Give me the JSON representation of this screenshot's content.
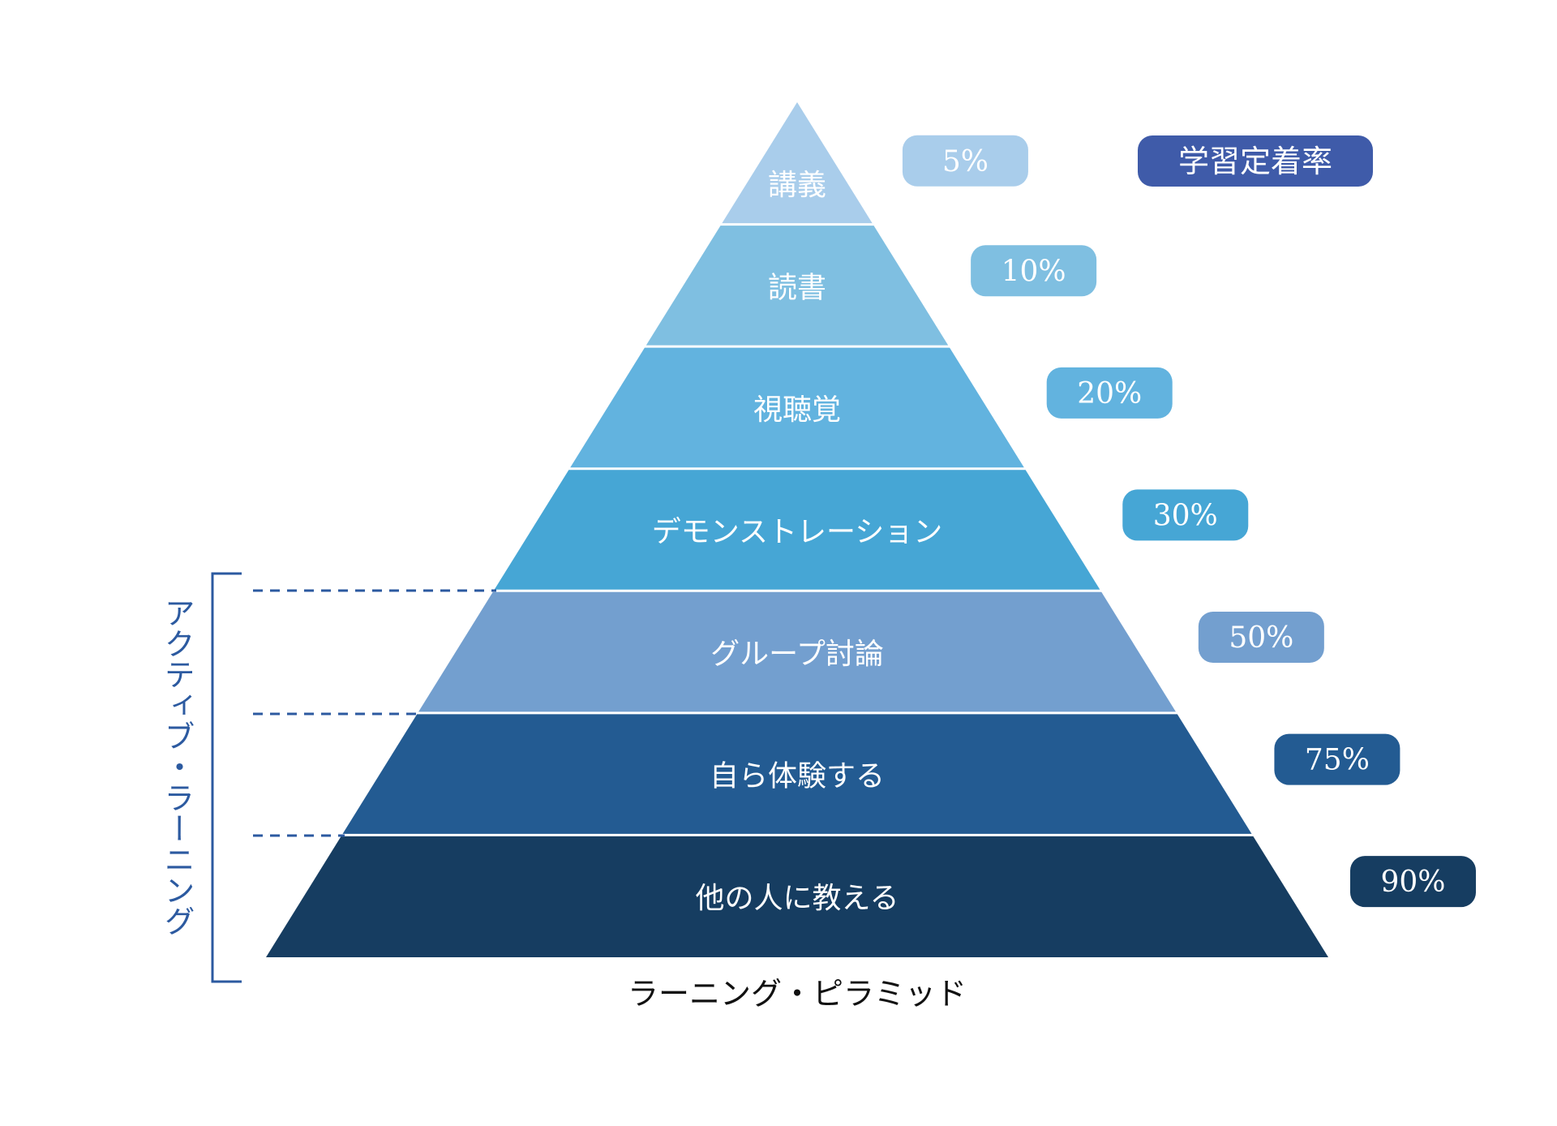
{
  "legend": {
    "label": "学習定着率",
    "color": "#3f5ba9"
  },
  "caption": "ラーニング・ピラミッド",
  "active_learning_label": "アクティブ・ラーニング",
  "active_learning_color": "#2c5aa0",
  "tiers": [
    {
      "label": "講義",
      "rate": "5%",
      "fill": "#a9cdeb",
      "badge": "#a9cdeb"
    },
    {
      "label": "読書",
      "rate": "10%",
      "fill": "#7fbfe1",
      "badge": "#7fbfe1"
    },
    {
      "label": "視聴覚",
      "rate": "20%",
      "fill": "#62b3df",
      "badge": "#62b3df"
    },
    {
      "label": "デモンストレーション",
      "rate": "30%",
      "fill": "#46a6d5",
      "badge": "#46a6d5"
    },
    {
      "label": "グループ討論",
      "rate": "50%",
      "fill": "#739fcf",
      "badge": "#739fcf"
    },
    {
      "label": "自ら体験する",
      "rate": "75%",
      "fill": "#235b92",
      "badge": "#235b92"
    },
    {
      "label": "他の人に教える",
      "rate": "90%",
      "fill": "#163d61",
      "badge": "#163d61"
    }
  ]
}
